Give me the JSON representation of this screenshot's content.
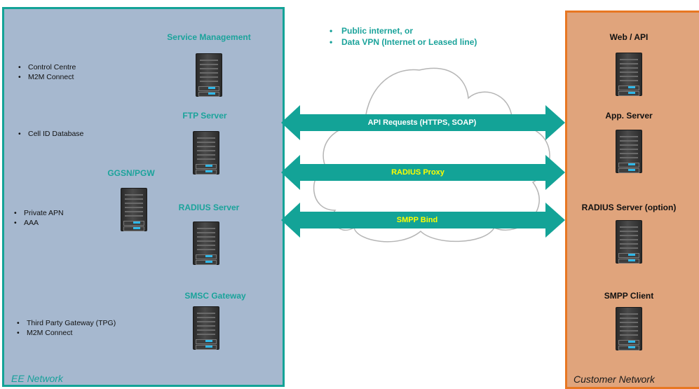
{
  "colors": {
    "teal": "#13a397",
    "ee_bg": "#a6b8cf",
    "customer_bg": "#e0a47c",
    "customer_border": "#e87722",
    "yellow": "#ffff00"
  },
  "top_bullets": [
    "Public internet, or",
    "Data VPN (Internet or Leased line)"
  ],
  "ee": {
    "label": "EE Network",
    "servers": [
      {
        "label": "Service Management",
        "bullets": [
          "Control Centre",
          "M2M Connect"
        ]
      },
      {
        "label": "FTP Server",
        "bullets": [
          "Cell ID Database"
        ]
      },
      {
        "label": "GGSN/PGW",
        "bullets": [
          "Private APN",
          "AAA"
        ]
      },
      {
        "label": "RADIUS Server",
        "bullets": []
      },
      {
        "label": "SMSC Gateway",
        "bullets": [
          "Third Party Gateway (TPG)",
          "M2M Connect"
        ]
      }
    ]
  },
  "customer": {
    "label": "Customer Network",
    "servers": [
      "Web / API",
      "App. Server",
      "RADIUS Server (option)",
      "SMPP Client"
    ]
  },
  "arrows": [
    {
      "label": "API Requests (HTTPS, SOAP)",
      "color": "#ffffff"
    },
    {
      "label": "RADIUS Proxy",
      "color": "#ffff00"
    },
    {
      "label": "SMPP Bind",
      "color": "#ffff00"
    }
  ]
}
